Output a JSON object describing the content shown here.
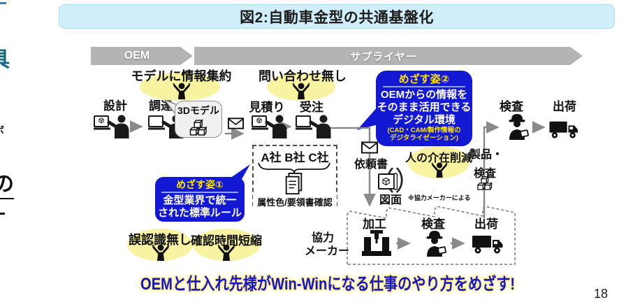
{
  "title": "図2:自動車金型の共通基盤化",
  "page": {
    "number": "18"
  },
  "banners": {
    "oem": "OEM",
    "supplier": "サプライヤー"
  },
  "left_fragments": {
    "top": "具",
    "mid": "ボ",
    "no": "の"
  },
  "oem_flow": {
    "model_note": "モデルに情報集約",
    "steps": [
      {
        "label": "設計"
      },
      {
        "label": "調達"
      }
    ],
    "bubble": {
      "text": "3Dモデル"
    }
  },
  "supplier_flow": {
    "no_inquiry": "問い合わせ無し",
    "steps": [
      {
        "label": "見積り"
      },
      {
        "label": "受注"
      }
    ],
    "final_steps": [
      {
        "label": "検査"
      },
      {
        "label": "出荷"
      }
    ]
  },
  "goal2": {
    "title": "めざす姿②",
    "lines": [
      "OEMからの情報を",
      "そのまま活用できる",
      "デジタル環境"
    ],
    "sub": [
      "(CAD・CAM/製作情報の",
      "デジタライゼーション)"
    ]
  },
  "goal1": {
    "title": "めざす姿①",
    "lines": [
      "金型業界で統一",
      "された標準ルール"
    ]
  },
  "companies": {
    "items": "A社 B社 C社",
    "note": "属性色/要領書確認"
  },
  "benefits": {
    "less_human": "人の介在削減",
    "no_misrecognition": "誤認識無し",
    "time_reduction": "確認時間短縮"
  },
  "request": {
    "label": "依頼書"
  },
  "drawing": {
    "paren_open": "（",
    "paren_close": "）",
    "label": "図面",
    "note": "※協力メーカーによる"
  },
  "product": {
    "line1": "製品・",
    "line2": "検査"
  },
  "partner": {
    "line1": "協力",
    "line2": "メーカー"
  },
  "factory_steps": [
    {
      "label": "加工"
    },
    {
      "label": "検査"
    },
    {
      "label": "出荷"
    }
  ],
  "slogan": "OEMと仕入れ先様がWin-Winになる仕事のやり方をめざす!",
  "colors": {
    "accent_blue": "#1318d2",
    "highlight_yellow": "#f7f3a0",
    "banner_gray": "#b4b4b4",
    "title_bg": "#cfeef9",
    "slogan_blue": "#1414cc",
    "goal_title_yellow": "#ffe600"
  },
  "icons": {
    "person_at_computer": "silhouette-person-with-laptop",
    "celebrating_person": "person-arms-raised",
    "envelope": "✉",
    "cubes_3d": "three-stacked-cubes",
    "document_stack": "stacked-documents",
    "blueprint": "drawing-sheet",
    "worker": "inspector-with-hardhat",
    "truck": "delivery-truck",
    "cnc_machine": "machining-center"
  }
}
